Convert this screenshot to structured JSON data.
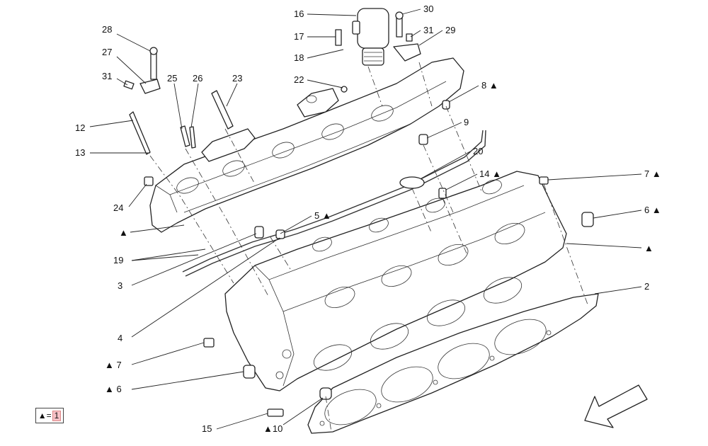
{
  "triangle": "▲",
  "legend": {
    "eq": "=",
    "value": "1"
  },
  "labels": [
    {
      "id": "l28",
      "text": "28"
    },
    {
      "id": "l27",
      "text": "27"
    },
    {
      "id": "l31a",
      "text": "31"
    },
    {
      "id": "l25",
      "text": "25"
    },
    {
      "id": "l26",
      "text": "26"
    },
    {
      "id": "l23",
      "text": "23"
    },
    {
      "id": "l12",
      "text": "12"
    },
    {
      "id": "l13",
      "text": "13"
    },
    {
      "id": "l24",
      "text": "24"
    },
    {
      "id": "l16",
      "text": "16"
    },
    {
      "id": "l17",
      "text": "17"
    },
    {
      "id": "l18",
      "text": "18"
    },
    {
      "id": "l22",
      "text": "22"
    },
    {
      "id": "l30",
      "text": "30"
    },
    {
      "id": "l31b",
      "text": "31"
    },
    {
      "id": "l29",
      "text": "29"
    },
    {
      "id": "l8",
      "text": "8 ▲"
    },
    {
      "id": "l9",
      "text": "9"
    },
    {
      "id": "l20",
      "text": "20"
    },
    {
      "id": "l14",
      "text": "14 ▲"
    },
    {
      "id": "l7r",
      "text": "7 ▲"
    },
    {
      "id": "l6r",
      "text": "6 ▲"
    },
    {
      "id": "ltri",
      "text": "▲"
    },
    {
      "id": "ltri2",
      "text": "▲"
    },
    {
      "id": "l2",
      "text": "2"
    },
    {
      "id": "l5",
      "text": "5 ▲"
    },
    {
      "id": "l19",
      "text": "19"
    },
    {
      "id": "l3",
      "text": "3"
    },
    {
      "id": "l4",
      "text": "4"
    },
    {
      "id": "l7l",
      "text": "▲ 7"
    },
    {
      "id": "l6l",
      "text": "▲ 6"
    },
    {
      "id": "l15",
      "text": "15"
    },
    {
      "id": "l10",
      "text": "▲10"
    }
  ]
}
